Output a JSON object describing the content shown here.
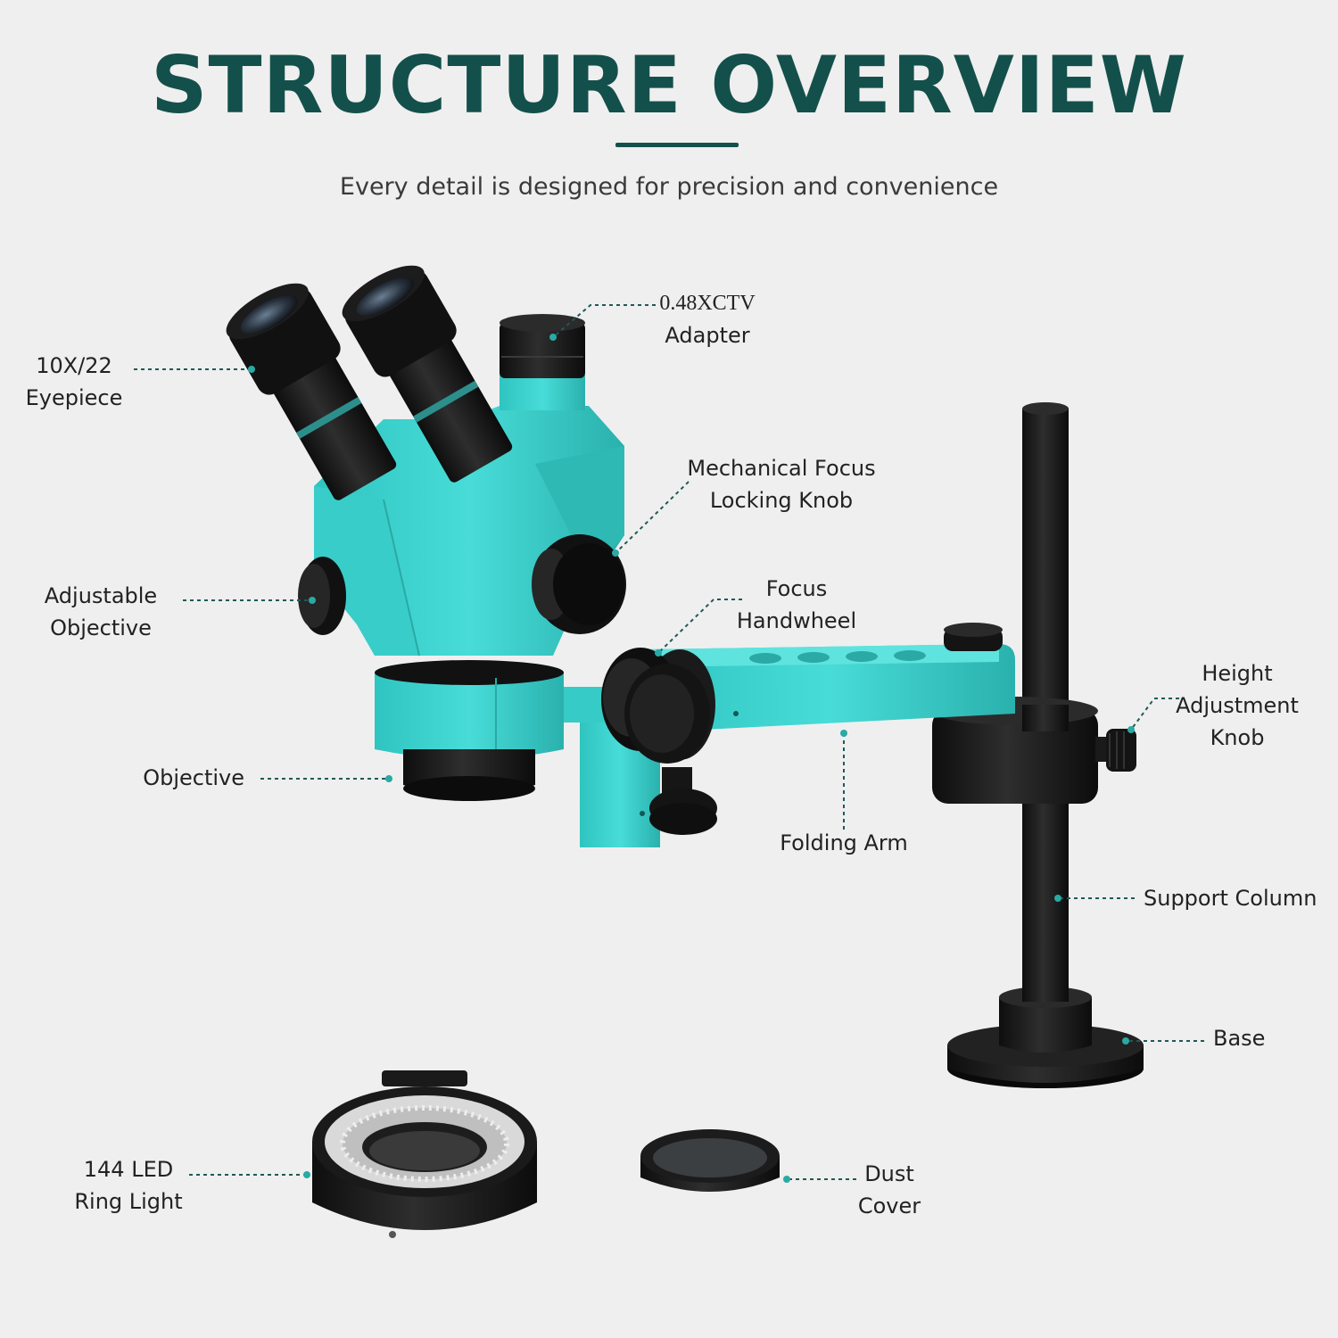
{
  "header": {
    "title": "STRUCTURE OVERVIEW",
    "subtitle": "Every detail is designed for precision and convenience"
  },
  "colors": {
    "teal_body": "#3fd3cf",
    "teal_shade": "#2bb8b4",
    "black_part": "#161616",
    "title": "#14504b",
    "leader": "#1f5a55"
  },
  "labels": {
    "eyepiece": [
      "10X/22",
      "Eyepiece"
    ],
    "ctv_adapter": [
      "0.48XCTV",
      "Adapter"
    ],
    "focus_lock": [
      "Mechanical Focus",
      "Locking Knob"
    ],
    "adjustable_objective": [
      "Adjustable",
      "Objective"
    ],
    "focus_handwheel": [
      "Focus",
      "Handwheel"
    ],
    "height_knob": [
      "Height",
      "Adjustment",
      "Knob"
    ],
    "objective": [
      "Objective"
    ],
    "folding_arm": [
      "Folding Arm"
    ],
    "support_column": [
      "Support Column"
    ],
    "base": [
      "Base"
    ],
    "ring_light": [
      "144 LED",
      "Ring Light"
    ],
    "dust_cover": [
      "Dust",
      "Cover"
    ]
  }
}
